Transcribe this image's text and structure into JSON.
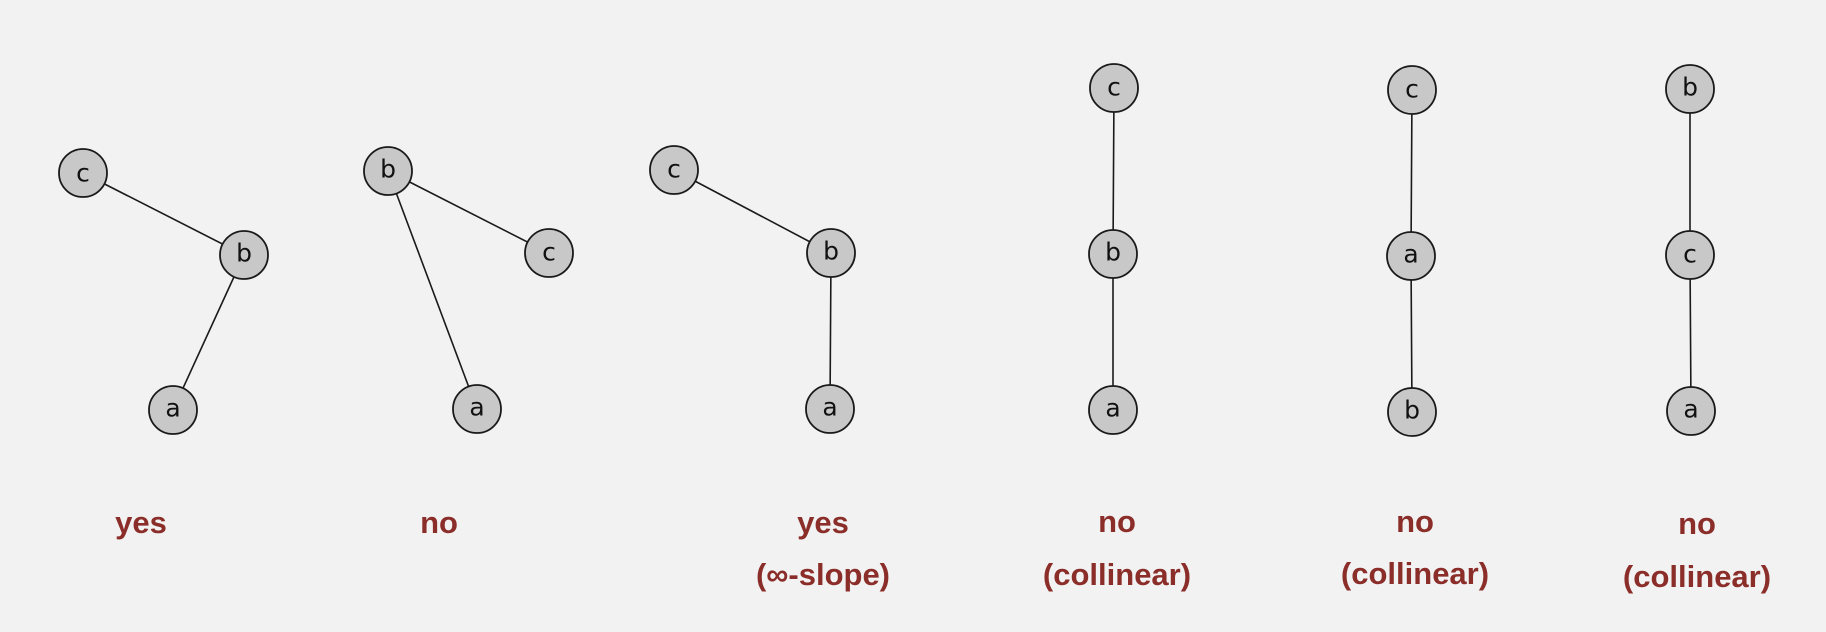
{
  "colors": {
    "background": "#f2f2f2",
    "node_fill": "#c8c8c8",
    "node_stroke": "#1a1a1a",
    "verdict_text": "#8b2e2a"
  },
  "diagrams": [
    {
      "nodes": [
        "c",
        "b",
        "a"
      ],
      "verdict": "yes",
      "note": ""
    },
    {
      "nodes": [
        "b",
        "c",
        "a"
      ],
      "verdict": "no",
      "note": ""
    },
    {
      "nodes": [
        "c",
        "b",
        "a"
      ],
      "verdict": "yes",
      "note": "(∞-slope)"
    },
    {
      "nodes": [
        "c",
        "b",
        "a"
      ],
      "verdict": "no",
      "note": "(collinear)"
    },
    {
      "nodes": [
        "c",
        "a",
        "b"
      ],
      "verdict": "no",
      "note": "(collinear)"
    },
    {
      "nodes": [
        "b",
        "c",
        "a"
      ],
      "verdict": "no",
      "note": "(collinear)"
    }
  ]
}
